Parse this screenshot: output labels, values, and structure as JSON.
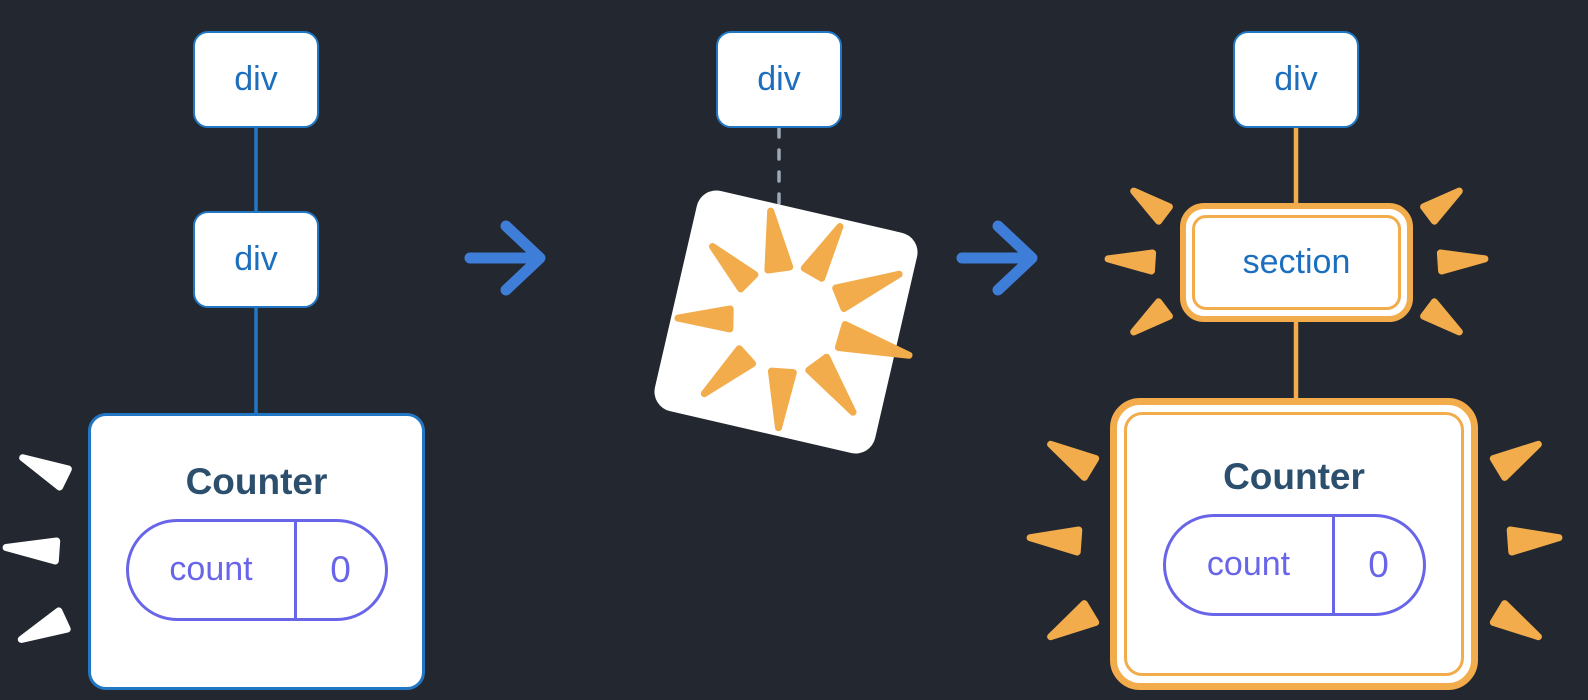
{
  "figure": {
    "stage1": {
      "nodes": [
        {
          "label": "div"
        },
        {
          "label": "div"
        }
      ],
      "counter": {
        "title": "Counter",
        "state_key": "count",
        "state_value": "0"
      }
    },
    "stage2": {
      "node": {
        "label": "div"
      }
    },
    "stage3": {
      "node": {
        "label": "div"
      },
      "section": {
        "label": "section"
      },
      "counter": {
        "title": "Counter",
        "state_key": "count",
        "state_value": "0"
      }
    }
  },
  "colors": {
    "background": "#23272f",
    "node-border": "#2277c5",
    "node-text": "#1b6fbe",
    "arrow": "#3f7ed8",
    "dashed-line": "#9aa8b8",
    "counter-title": "#2d4f6e",
    "pill": "#6865e8",
    "orange": "#f3ac4b",
    "white-mark": "#ffffff",
    "box-bg": "#ffffff"
  }
}
